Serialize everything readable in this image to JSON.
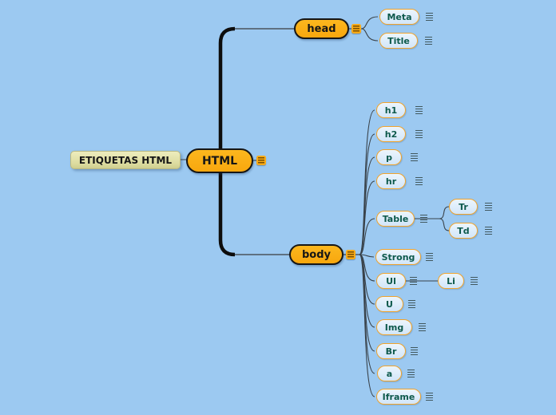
{
  "title_node": {
    "label": "ETIQUETAS HTML"
  },
  "center_node": {
    "label": "HTML"
  },
  "branches": [
    {
      "label": "head",
      "children": [
        {
          "label": "Meta"
        },
        {
          "label": "Title"
        }
      ]
    },
    {
      "label": "body",
      "children": [
        {
          "label": "h1"
        },
        {
          "label": "h2"
        },
        {
          "label": "p"
        },
        {
          "label": "hr"
        },
        {
          "label": "Table",
          "children": [
            {
              "label": "Tr"
            },
            {
              "label": "Td"
            }
          ]
        },
        {
          "label": "Strong"
        },
        {
          "label": "Ul",
          "children": [
            {
              "label": "Li"
            }
          ]
        },
        {
          "label": "U"
        },
        {
          "label": "Img"
        },
        {
          "label": "Br"
        },
        {
          "label": "a"
        },
        {
          "label": "Iframe"
        }
      ]
    }
  ],
  "colors": {
    "background": "#9cc9f1",
    "branch_fill": "#f9ab19",
    "branch_border": "#161616",
    "leaf_fill": "#d9eafb",
    "leaf_border": "#f0a32c",
    "leaf_text": "#0d594b",
    "root_label_fill": "#e3e2ab",
    "trunk_line": "#0d0d0d",
    "connector_line": "#39424a"
  }
}
